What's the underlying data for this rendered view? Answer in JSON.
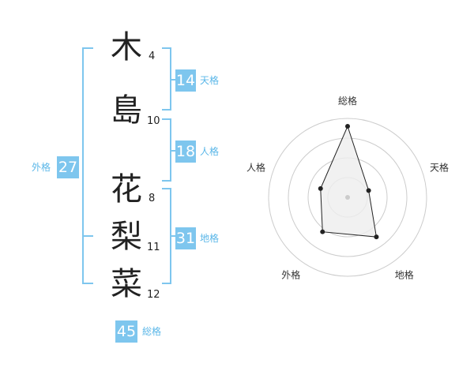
{
  "name_chars": [
    {
      "char": "木",
      "strokes": "4"
    },
    {
      "char": "島",
      "strokes": "10"
    },
    {
      "char": "花",
      "strokes": "8"
    },
    {
      "char": "梨",
      "strokes": "11"
    },
    {
      "char": "菜",
      "strokes": "12"
    }
  ],
  "kakusu": {
    "tenkaku": {
      "value": "14",
      "label": "天格"
    },
    "jinkaku": {
      "value": "18",
      "label": "人格"
    },
    "chikaku": {
      "value": "31",
      "label": "地格"
    },
    "gaikaku": {
      "value": "27",
      "label": "外格"
    },
    "soukaku": {
      "value": "45",
      "label": "総格"
    }
  },
  "chart_data": {
    "type": "radar",
    "axes": [
      "総格",
      "天格",
      "地格",
      "外格",
      "人格"
    ],
    "values": [
      45,
      14,
      31,
      27,
      18
    ],
    "rings": 4,
    "colors": {
      "fill": "#eeeeee",
      "stroke": "#222222",
      "grid": "#cccccc",
      "accent": "#7ec6ee"
    }
  }
}
